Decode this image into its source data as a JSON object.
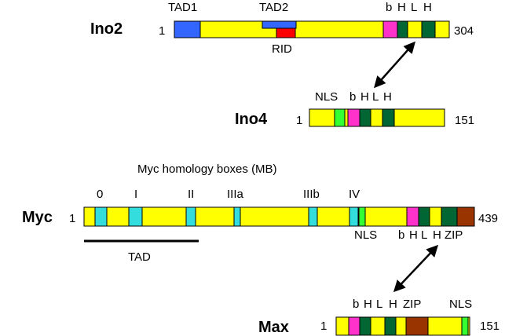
{
  "colors": {
    "backbone": "#ffff00",
    "tad": "#3366ff",
    "rid": "#ff0000",
    "basic": "#ff33cc",
    "helix": "#006633",
    "nls": "#33ff33",
    "mb": "#33dddd",
    "zip": "#993300"
  },
  "ino2": {
    "name": "Ino2",
    "start": "1",
    "end": "304",
    "tad1": "TAD1",
    "tad2": "TAD2",
    "rid": "RID",
    "b": "b",
    "h1": "H",
    "l": "L",
    "h2": "H"
  },
  "ino4": {
    "name": "Ino4",
    "start": "1",
    "end": "151",
    "nls": "NLS",
    "b": "b",
    "h1": "H",
    "l": "L",
    "h2": "H"
  },
  "myc": {
    "name": "Myc",
    "start": "1",
    "end": "439",
    "mb_title": "Myc homology boxes (MB)",
    "mb0": "0",
    "mb1": "I",
    "mb2": "II",
    "mb3a": "IIIa",
    "mb3b": "IIIb",
    "mb4": "IV",
    "tad": "TAD",
    "nls": "NLS",
    "b": "b",
    "h1": "H",
    "l": "L",
    "h2": "H",
    "zip": "ZIP"
  },
  "max": {
    "name": "Max",
    "start": "1",
    "end": "151",
    "b": "b",
    "h1": "H",
    "l": "L",
    "h2": "H",
    "zip": "ZIP",
    "nls": "NLS"
  }
}
